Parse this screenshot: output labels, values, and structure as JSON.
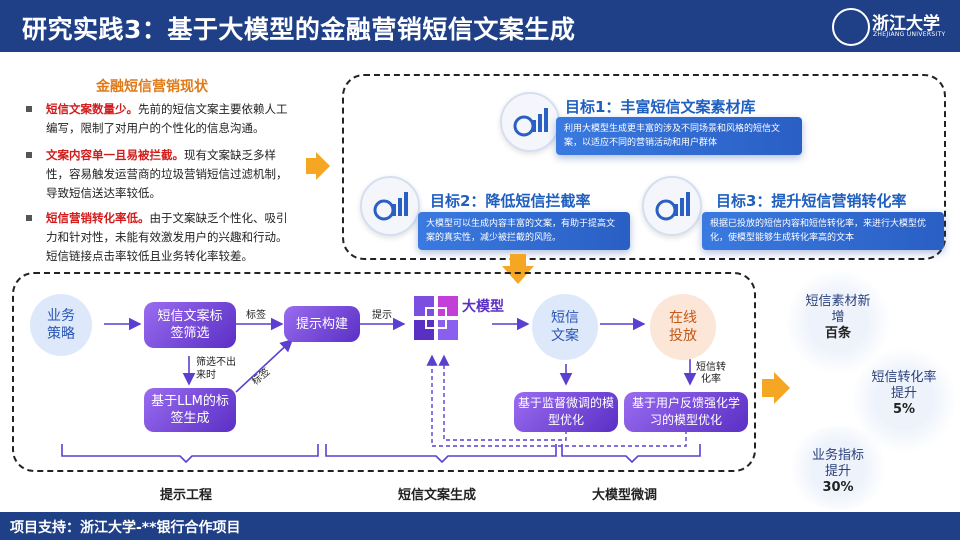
{
  "header": {
    "title": "研究实践3：基于大模型的金融营销短信文案生成",
    "logo_name": "浙江大学",
    "logo_en": "ZHEJIANG UNIVERSITY"
  },
  "status": {
    "heading": "金融短信营销现状",
    "bullets": [
      {
        "highlight": "短信文案数量少。",
        "text": "先前的短信文案主要依赖人工编写，限制了对用户的个性化的信息沟通。"
      },
      {
        "highlight": "文案内容单一且易被拦截。",
        "text": "现有文案缺乏多样性，容易触发运营商的垃圾营销短信过滤机制，导致短信送达率较低。"
      },
      {
        "highlight": "短信营销转化率低。",
        "text": "由于文案缺乏个性化、吸引力和针对性，未能有效激发用户的兴趣和行动。短信链接点击率较低且业务转化率较差。"
      }
    ]
  },
  "goals": [
    {
      "title": "目标1：丰富短信文案素材库",
      "desc": "利用大模型生成更丰富的涉及不同场景和风格的短信文案，以适应不同的营销活动和用户群体"
    },
    {
      "title": "目标2：降低短信拦截率",
      "desc": "大模型可以生成内容丰富的文案，有助于提高文案的真实性，减少被拦截的风险。"
    },
    {
      "title": "目标3：提升短信营销转化率",
      "desc": "根据已投放的短信内容和短信转化率，来进行大模型优化，使模型能够生成转化率高的文本"
    }
  ],
  "flow": {
    "business": "业务策略",
    "filter": "短信文案标签筛选",
    "prompt_build": "提示构建",
    "llm_label": "大模型",
    "sms_text": "短信文案",
    "deploy": "在线投放",
    "llm_label_gen": "基于LLM的标签生成",
    "supervised": "基于监督微调的模型优化",
    "rlhf": "基于用户反馈强化学习的模型优化",
    "lbl_tag1": "标签",
    "lbl_tag2": "标签",
    "lbl_prompt": "提示",
    "lbl_missing": "筛选不出来时",
    "lbl_conv": "短信转化率"
  },
  "sections": {
    "prompt_eng": "提示工程",
    "sms_gen": "短信文案生成",
    "finetune": "大模型微调"
  },
  "metrics": [
    {
      "label": "短信素材新增",
      "value": "百条"
    },
    {
      "label": "短信转化率提升",
      "value": "5%"
    },
    {
      "label": "业务指标提升",
      "value": "30%"
    }
  ],
  "footer": {
    "text": "项目支持：浙江大学-**银行合作项目"
  },
  "colors": {
    "header_bg": "#1f3f86",
    "accent_orange": "#f5a623",
    "highlight_red": "#d21c1c",
    "goal_blue": "#1f5fbf",
    "purple": "#6a3fd8"
  }
}
